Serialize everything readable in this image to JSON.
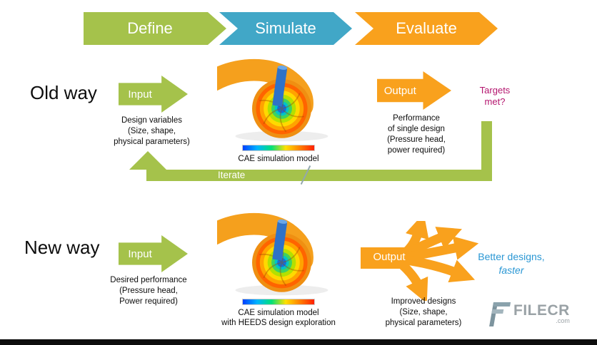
{
  "process_bar": {
    "steps": [
      {
        "label": "Define"
      },
      {
        "label": "Simulate"
      },
      {
        "label": "Evaluate"
      }
    ]
  },
  "old_way": {
    "title": "Old way",
    "input_label": "Input",
    "input_desc": "Design variables\n(Size, shape,\nphysical parameters)",
    "model_caption": "CAE simulation model",
    "output_label": "Output",
    "output_desc": "Performance\nof single design\n(Pressure head,\npower required)",
    "targets_question": "Targets\nmet?",
    "iterate_label": "Iterate"
  },
  "new_way": {
    "title": "New way",
    "input_label": "Input",
    "input_desc": "Desired performance\n(Pressure head,\nPower required)",
    "model_caption": "CAE simulation model\nwith HEEDS design exploration",
    "output_label": "Output",
    "output_desc": "Improved designs\n(Size, shape,\nphysical parameters)",
    "benefit_line1": "Better designs,",
    "benefit_line2": "faster"
  },
  "colors": {
    "define_green": "#a5c24b",
    "simulate_blue": "#41a7c7",
    "evaluate_orange": "#f9a11d",
    "targets_magenta": "#b4156e",
    "benefit_blue": "#2a97d4"
  },
  "watermark": {
    "brand": "FILECR",
    "suffix": ".com"
  }
}
